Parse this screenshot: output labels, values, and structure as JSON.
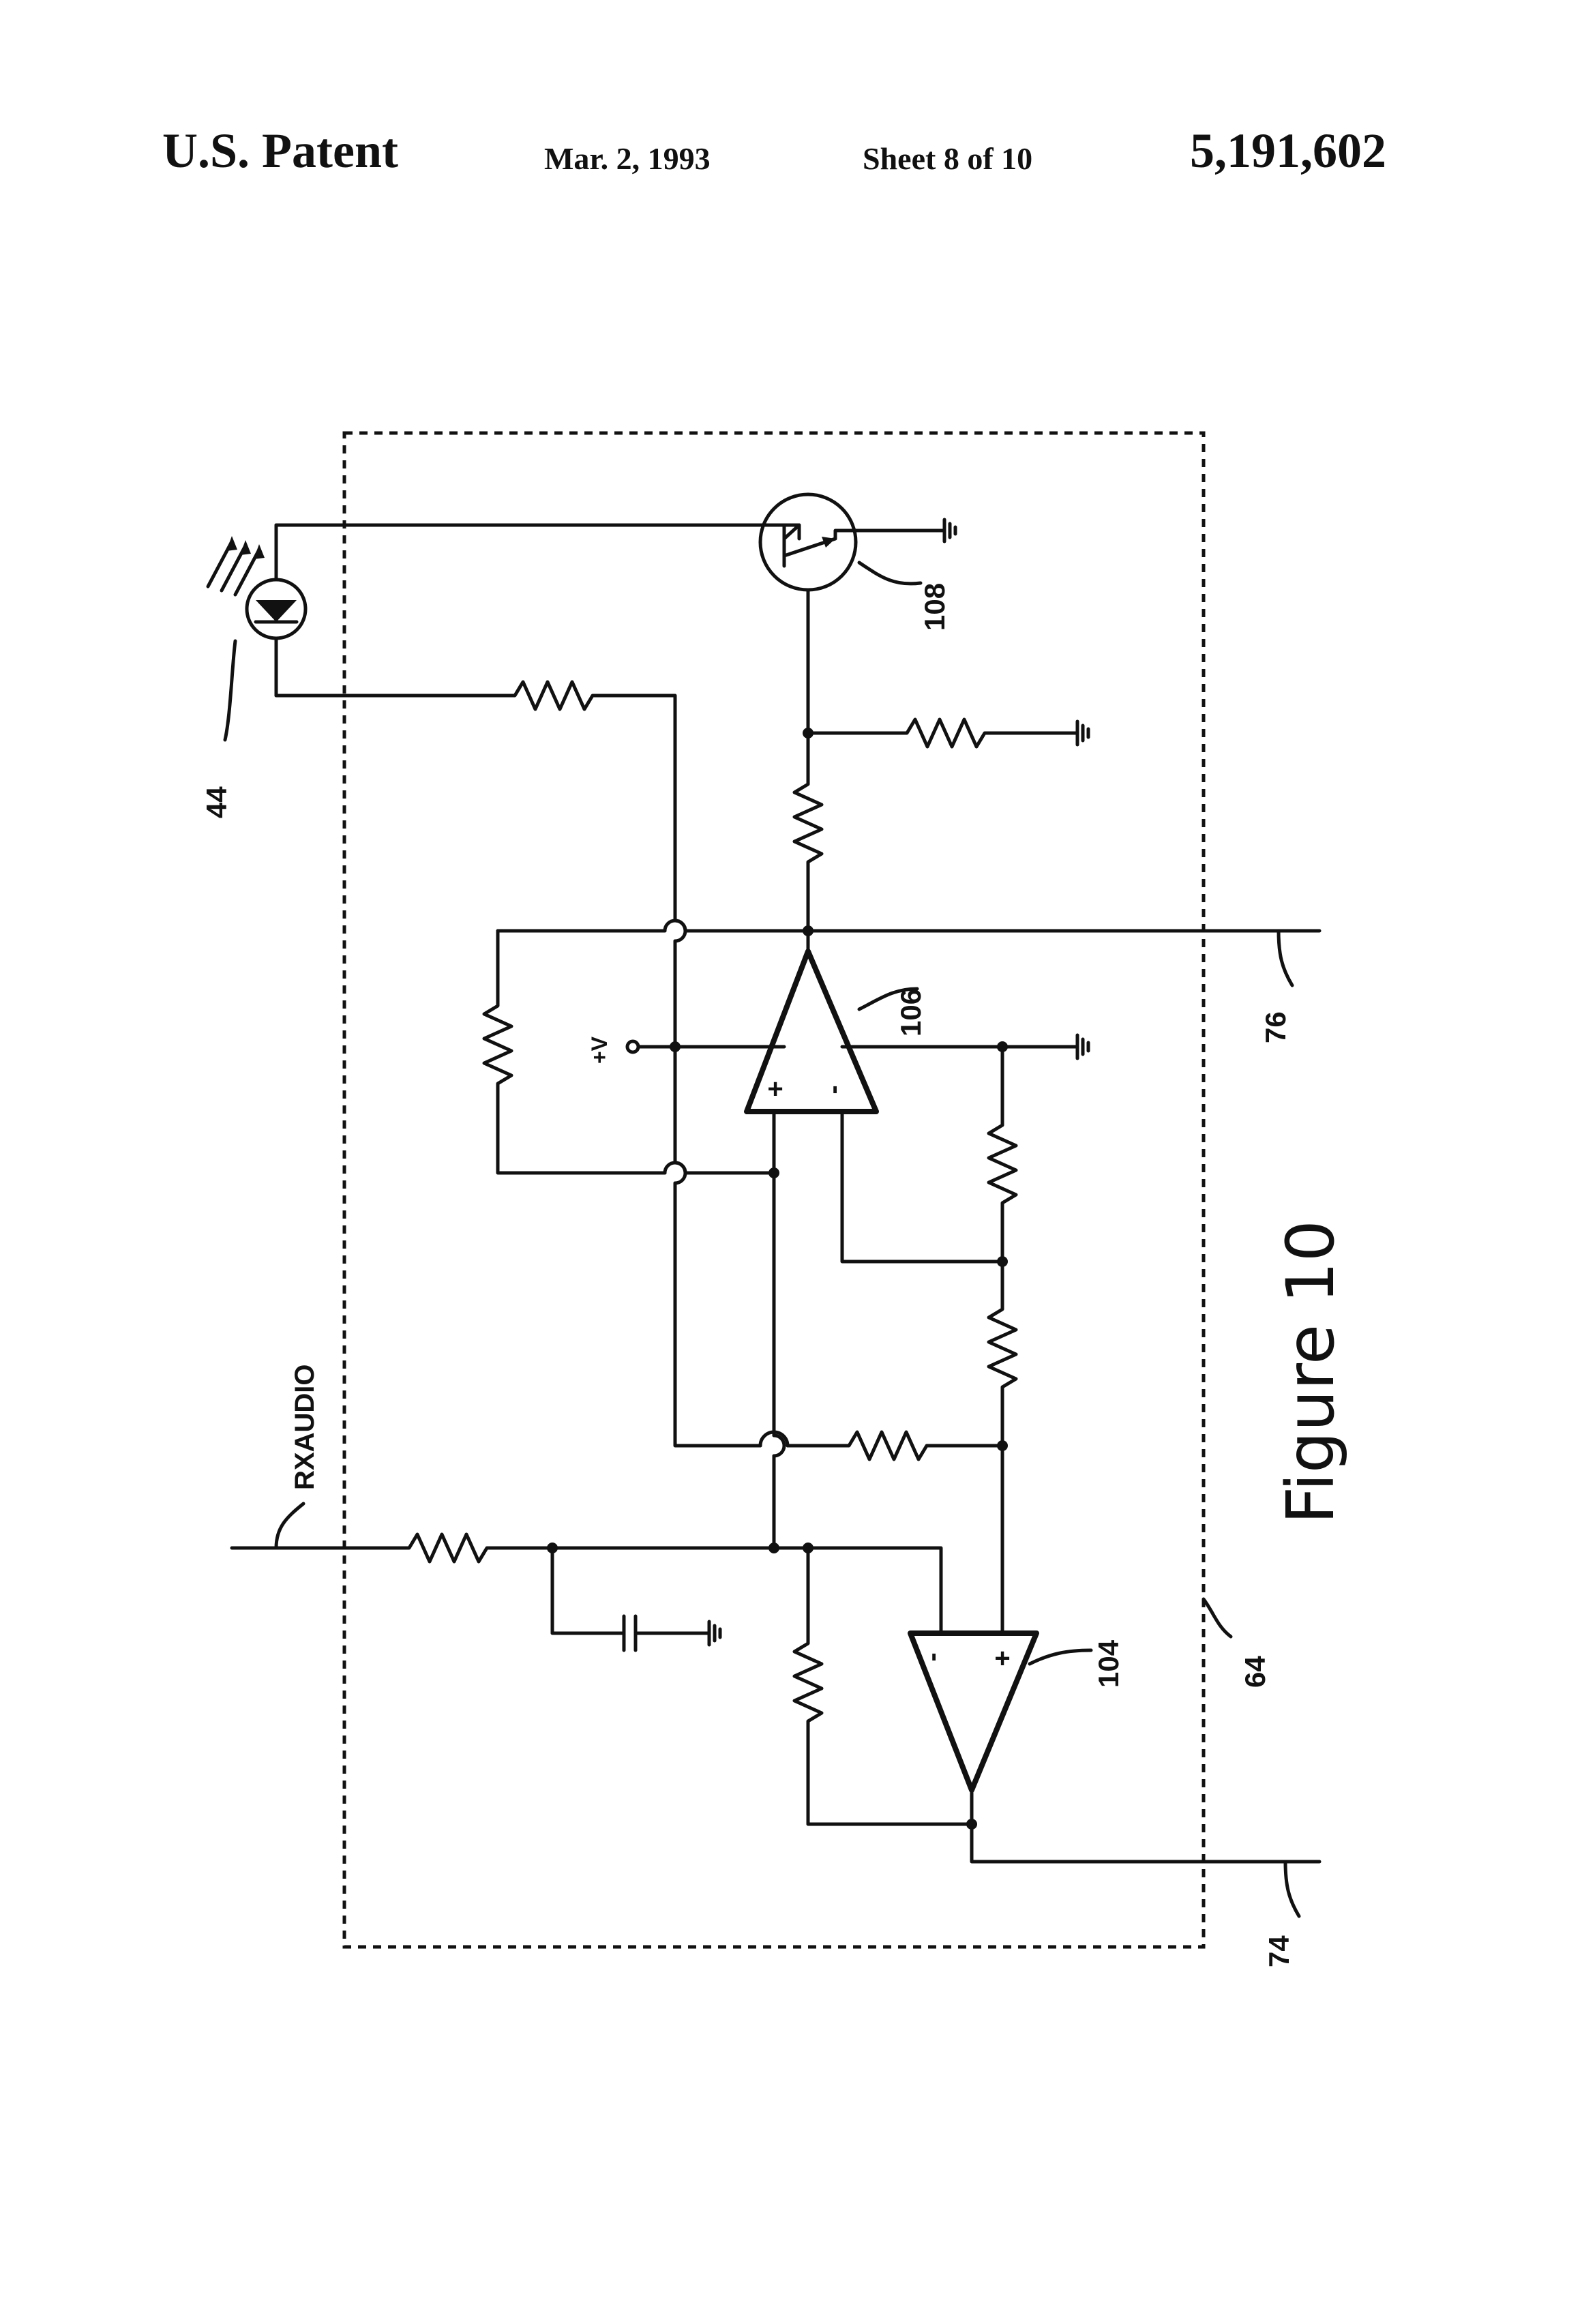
{
  "header": {
    "patent": "U.S. Patent",
    "date": "Mar. 2, 1993",
    "sheet": "Sheet 8 of 10",
    "number": "5,191,602"
  },
  "figure": {
    "caption": "Figure 10",
    "labels": {
      "led": "44",
      "transistor": "108",
      "amp_upper": "106",
      "amp_lower": "104",
      "box": "64",
      "out_upper": "76",
      "out_lower": "74",
      "rxaudio": "RXAUDIO",
      "supply": "+V",
      "plus": "+",
      "minus": "-"
    }
  }
}
